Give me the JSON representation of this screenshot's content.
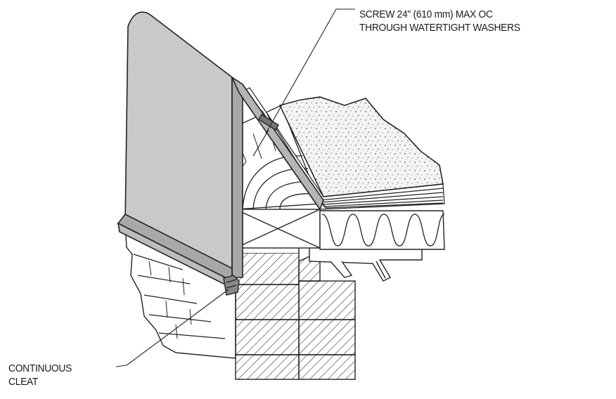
{
  "callouts": {
    "screw": {
      "line1": "SCREW 24\" (610 mm) MAX OC",
      "line2": "THROUGH WATERTIGHT WASHERS"
    },
    "cleat": {
      "line1": "CONTINUOUS",
      "line2": "CLEAT"
    }
  },
  "colors": {
    "stroke": "#222222",
    "flashing_fill": "#c9c9c9",
    "flashing_dark": "#a8a8a8",
    "insulation_fill": "#f4f4f4",
    "background": "#ffffff"
  }
}
